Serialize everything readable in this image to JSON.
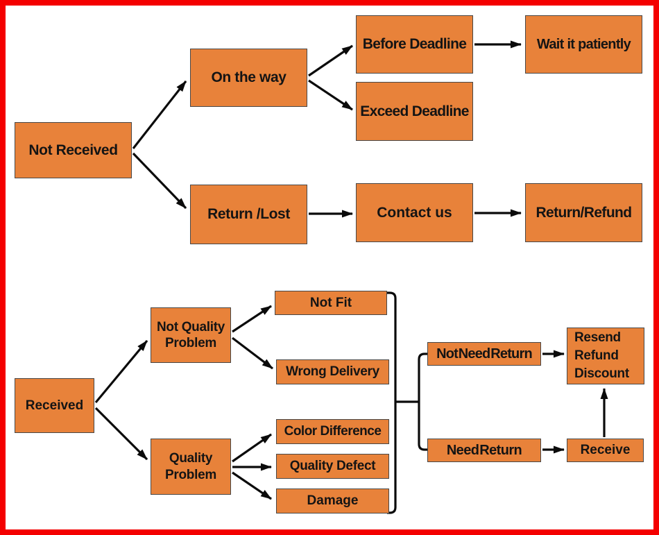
{
  "colors": {
    "page_background": "#ffffff",
    "frame_red": "#f40000",
    "node_fill": "#e8823a",
    "node_border": "#474747",
    "text": "#141414",
    "line": "#0b0b0b"
  },
  "top_flow": {
    "not_received": "Not Received",
    "on_the_way": "On the way",
    "return_lost": "Return /Lost",
    "before_deadline": "Before Deadline",
    "wait_it_patiently": "Wait it patiently",
    "exceed_deadline": "Exceed Deadline",
    "contact_us": "Contact us",
    "return_refund": "Return/Refund"
  },
  "bottom_flow": {
    "received": "Received",
    "not_quality_problem": "Not Quality Problem",
    "quality_problem": "Quality Problem",
    "not_fit": "Not Fit",
    "wrong_delivery": "Wrong Delivery",
    "color_difference": "Color Difference",
    "quality_defect": "Quality Defect",
    "damage": "Damage",
    "not_need_return": "Not Need Return",
    "need_return": "Need Return",
    "resend_refund_discount": [
      "Resend",
      "Refund",
      "Discount"
    ],
    "receive": "Receive"
  }
}
